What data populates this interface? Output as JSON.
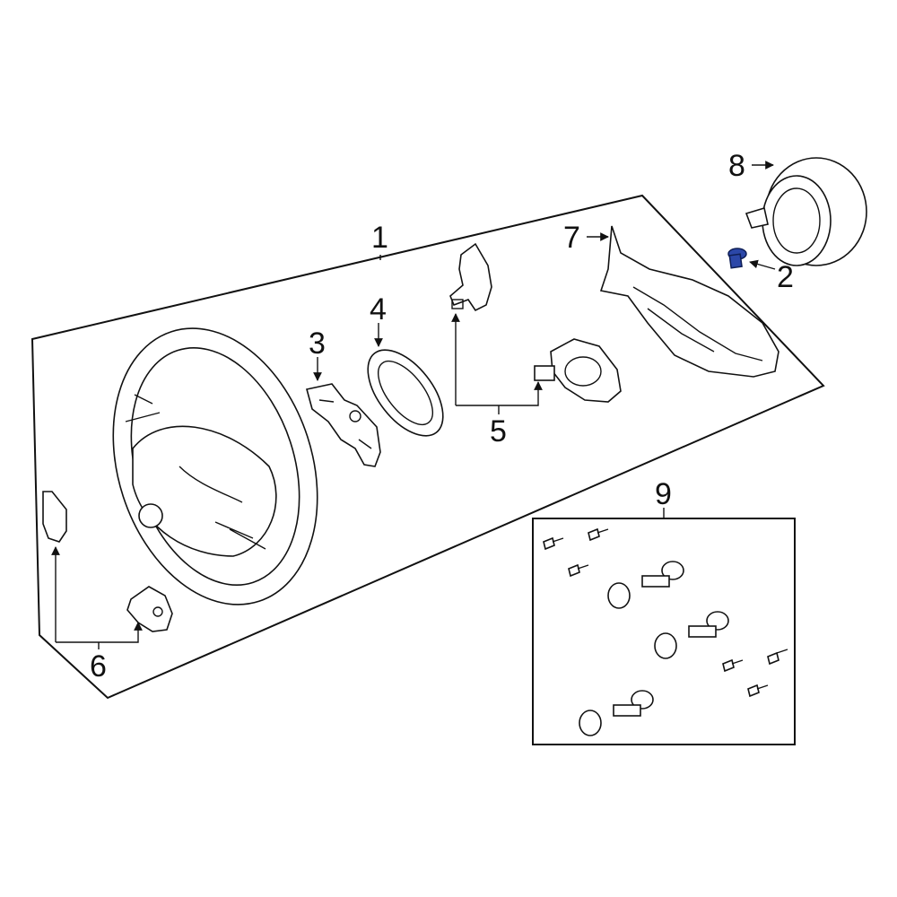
{
  "callouts": {
    "c1": "1",
    "c2": "2",
    "c3": "3",
    "c4": "4",
    "c5": "5",
    "c6": "6",
    "c7": "7",
    "c8": "8",
    "c9": "9"
  },
  "highlight_color": "#2b47a8"
}
